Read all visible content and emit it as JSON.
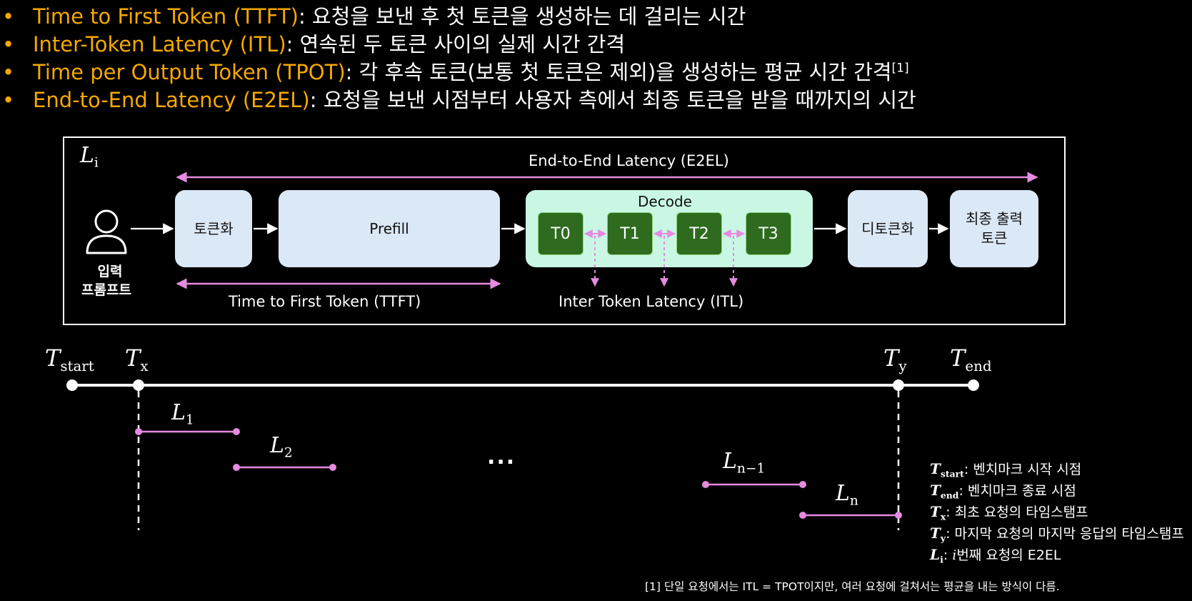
{
  "bullets": [
    {
      "term": "Time to First Token (TTFT)",
      "desc": ": 요청을 보낸 후 첫 토큰을 생성하는 데 걸리는 시간",
      "ref": ""
    },
    {
      "term": "Inter-Token Latency (ITL)",
      "desc": ": 연속된 두 토큰 사이의 실제 시간 간격",
      "ref": ""
    },
    {
      "term": "Time per Output Token (TPOT)",
      "desc": ": 각 후속 토큰(보통 첫 토큰은 제외)을 생성하는 평균 시간 간격",
      "ref": "[1]"
    },
    {
      "term": "End-to-End Latency (E2EL)",
      "desc": ": 요청을 보낸 시점부터 사용자 측에서 최종 토큰을 받을 때까지의 시간",
      "ref": ""
    }
  ],
  "diagram": {
    "frame_label_base": "L",
    "frame_label_sub": "i",
    "e2el_label": "End-to-End Latency (E2EL)",
    "input_label_1": "입력",
    "input_label_2": "프롬프트",
    "tokenize": "토큰화",
    "prefill": "Prefill",
    "decode_title": "Decode",
    "tokens": [
      "T0",
      "T1",
      "T2",
      "T3"
    ],
    "detokenize": "디토큰화",
    "final_1": "최종 출력",
    "final_2": "토큰",
    "ttft_label": "Time to First Token (TTFT)",
    "itl_label": "Inter Token Latency (ITL)"
  },
  "timeline": {
    "t_start_base": "T",
    "t_start_sub": "start",
    "t_x_base": "T",
    "t_x_sub": "x",
    "t_y_base": "T",
    "t_y_sub": "y",
    "t_end_base": "T",
    "t_end_sub": "end",
    "l1_base": "L",
    "l1_sub": "1",
    "l2_base": "L",
    "l2_sub": "2",
    "ellipsis": "...",
    "ln1_base": "L",
    "ln1_sub": "n−1",
    "ln_base": "L",
    "ln_sub": "n"
  },
  "legend": [
    {
      "base": "T",
      "sub": "start",
      "text": ": 벤치마크 시작 시점"
    },
    {
      "base": "T",
      "sub": "end",
      "text": ": 벤치마크 종료 시점"
    },
    {
      "base": "T",
      "sub": "x",
      "text": ": 최초 요청의 타임스탬프"
    },
    {
      "base": "T",
      "sub": "y",
      "text": ": 마지막 요청의 마지막 응답의 타임스탬프"
    },
    {
      "base": "L",
      "sub": "i",
      "text": ": ",
      "italic_prefix": "i",
      "text2": "번째 요청의 E2EL"
    }
  ],
  "footnote": "[1] 단일 요청에서는 ITL = TPOT이지만, 여러 요청에 걸쳐서는 평균을 내는 방식이 다름.",
  "colors": {
    "accent": "#f5a800",
    "pink": "#e58be0",
    "box": "#dbe8f6",
    "decode_bg": "#c9f7e4",
    "token": "#2e6b1f"
  }
}
